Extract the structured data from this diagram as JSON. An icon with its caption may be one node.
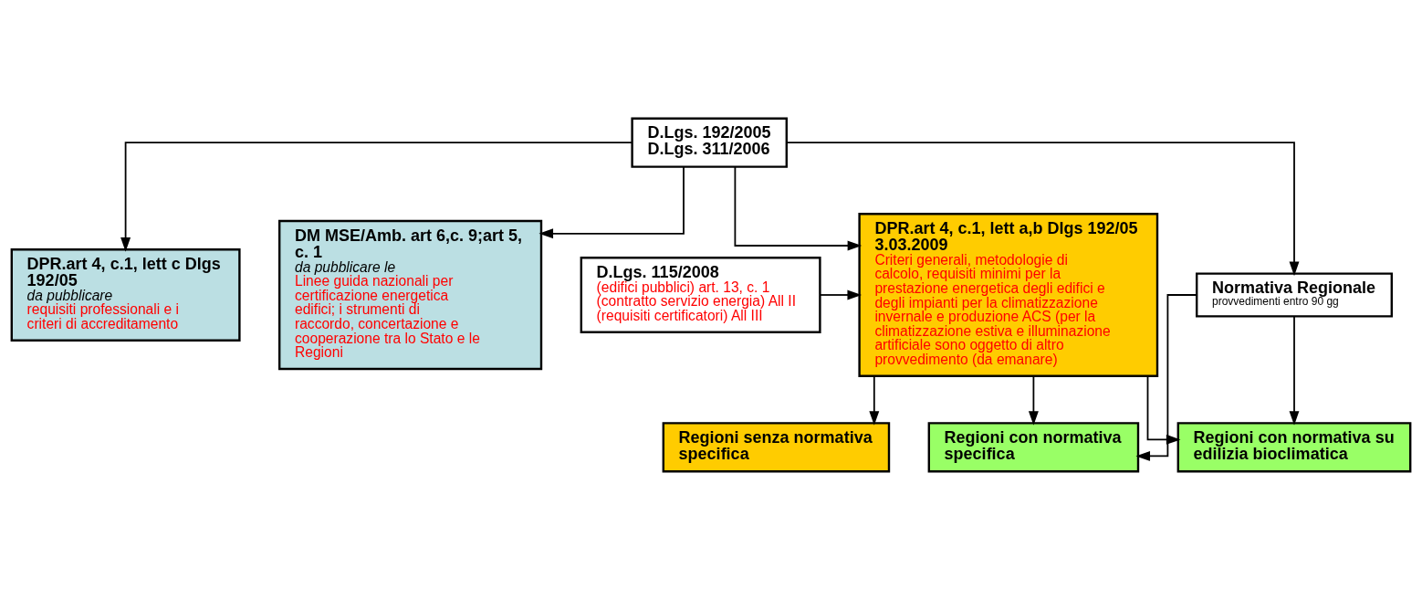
{
  "diagram": {
    "nodes": [
      {
        "text": [
          "D.Lgs. 192/2005 D.Lgs. 311/2006"
        ]
      },
      {
        "text": [
          "D.Lgs. 115/2008",
          "(edifici pubblici) art. 13, c. 1 (contratto servizio energia) All II (requisiti certificatori) All III"
        ]
      },
      {
        "text": [
          "DPR.art 4, c.1, lett a,b Dlgs 192/05 3.03.2009",
          "Criteri generali, metodologie di calcolo, requisiti minimi per la prestazione energetica degli edifici e degli impianti per la climatizzazione invernale e produzione ACS (per la climatizzazione estiva e illuminazione artificiale sono oggetto di altro provvedimento (da emanare)"
        ]
      },
      {
        "text": [
          "DPR.art 4, c.1, lett c Dlgs 192/05",
          "da pubblicare",
          "requisiti professionali e i criteri di accreditamento"
        ]
      },
      {
        "text": [
          "DM MSE/Amb. art 6,c. 9;art 5, c. 1",
          "da pubblicare le",
          "Linee guida nazionali per certificazione energetica edifici; i strumenti di raccordo, concertazione e cooperazione tra lo Stato e le Regioni"
        ]
      },
      {
        "text": [
          "Normativa Regionale",
          "provvedimenti entro 90 gg"
        ]
      },
      {
        "text": [
          "Regioni senza normativa specifica"
        ]
      },
      {
        "text": [
          "Regioni con normativa specifica"
        ]
      },
      {
        "text": [
          "Regioni con normativa su edilizia bioclimatica"
        ]
      }
    ],
    "edges": [
      {
        "from": 0,
        "to": 5,
        "arrow": "to"
      },
      {
        "from": 0,
        "to": 2,
        "arrow": "to"
      },
      {
        "from": 0,
        "to": 3,
        "arrow": "to"
      },
      {
        "from": 0,
        "to": 4,
        "arrow": "to"
      },
      {
        "from": 1,
        "to": 2,
        "arrow": "to"
      },
      {
        "from": 2,
        "to": 6,
        "arrow": "to"
      },
      {
        "from": 5,
        "to": 7,
        "arrow": "to"
      },
      {
        "from": 5,
        "to": 8,
        "arrow": "to"
      },
      {
        "from": 2,
        "to": 7,
        "arrow": "to"
      },
      {
        "from": 2,
        "to": 8,
        "arrow": "to"
      }
    ]
  }
}
